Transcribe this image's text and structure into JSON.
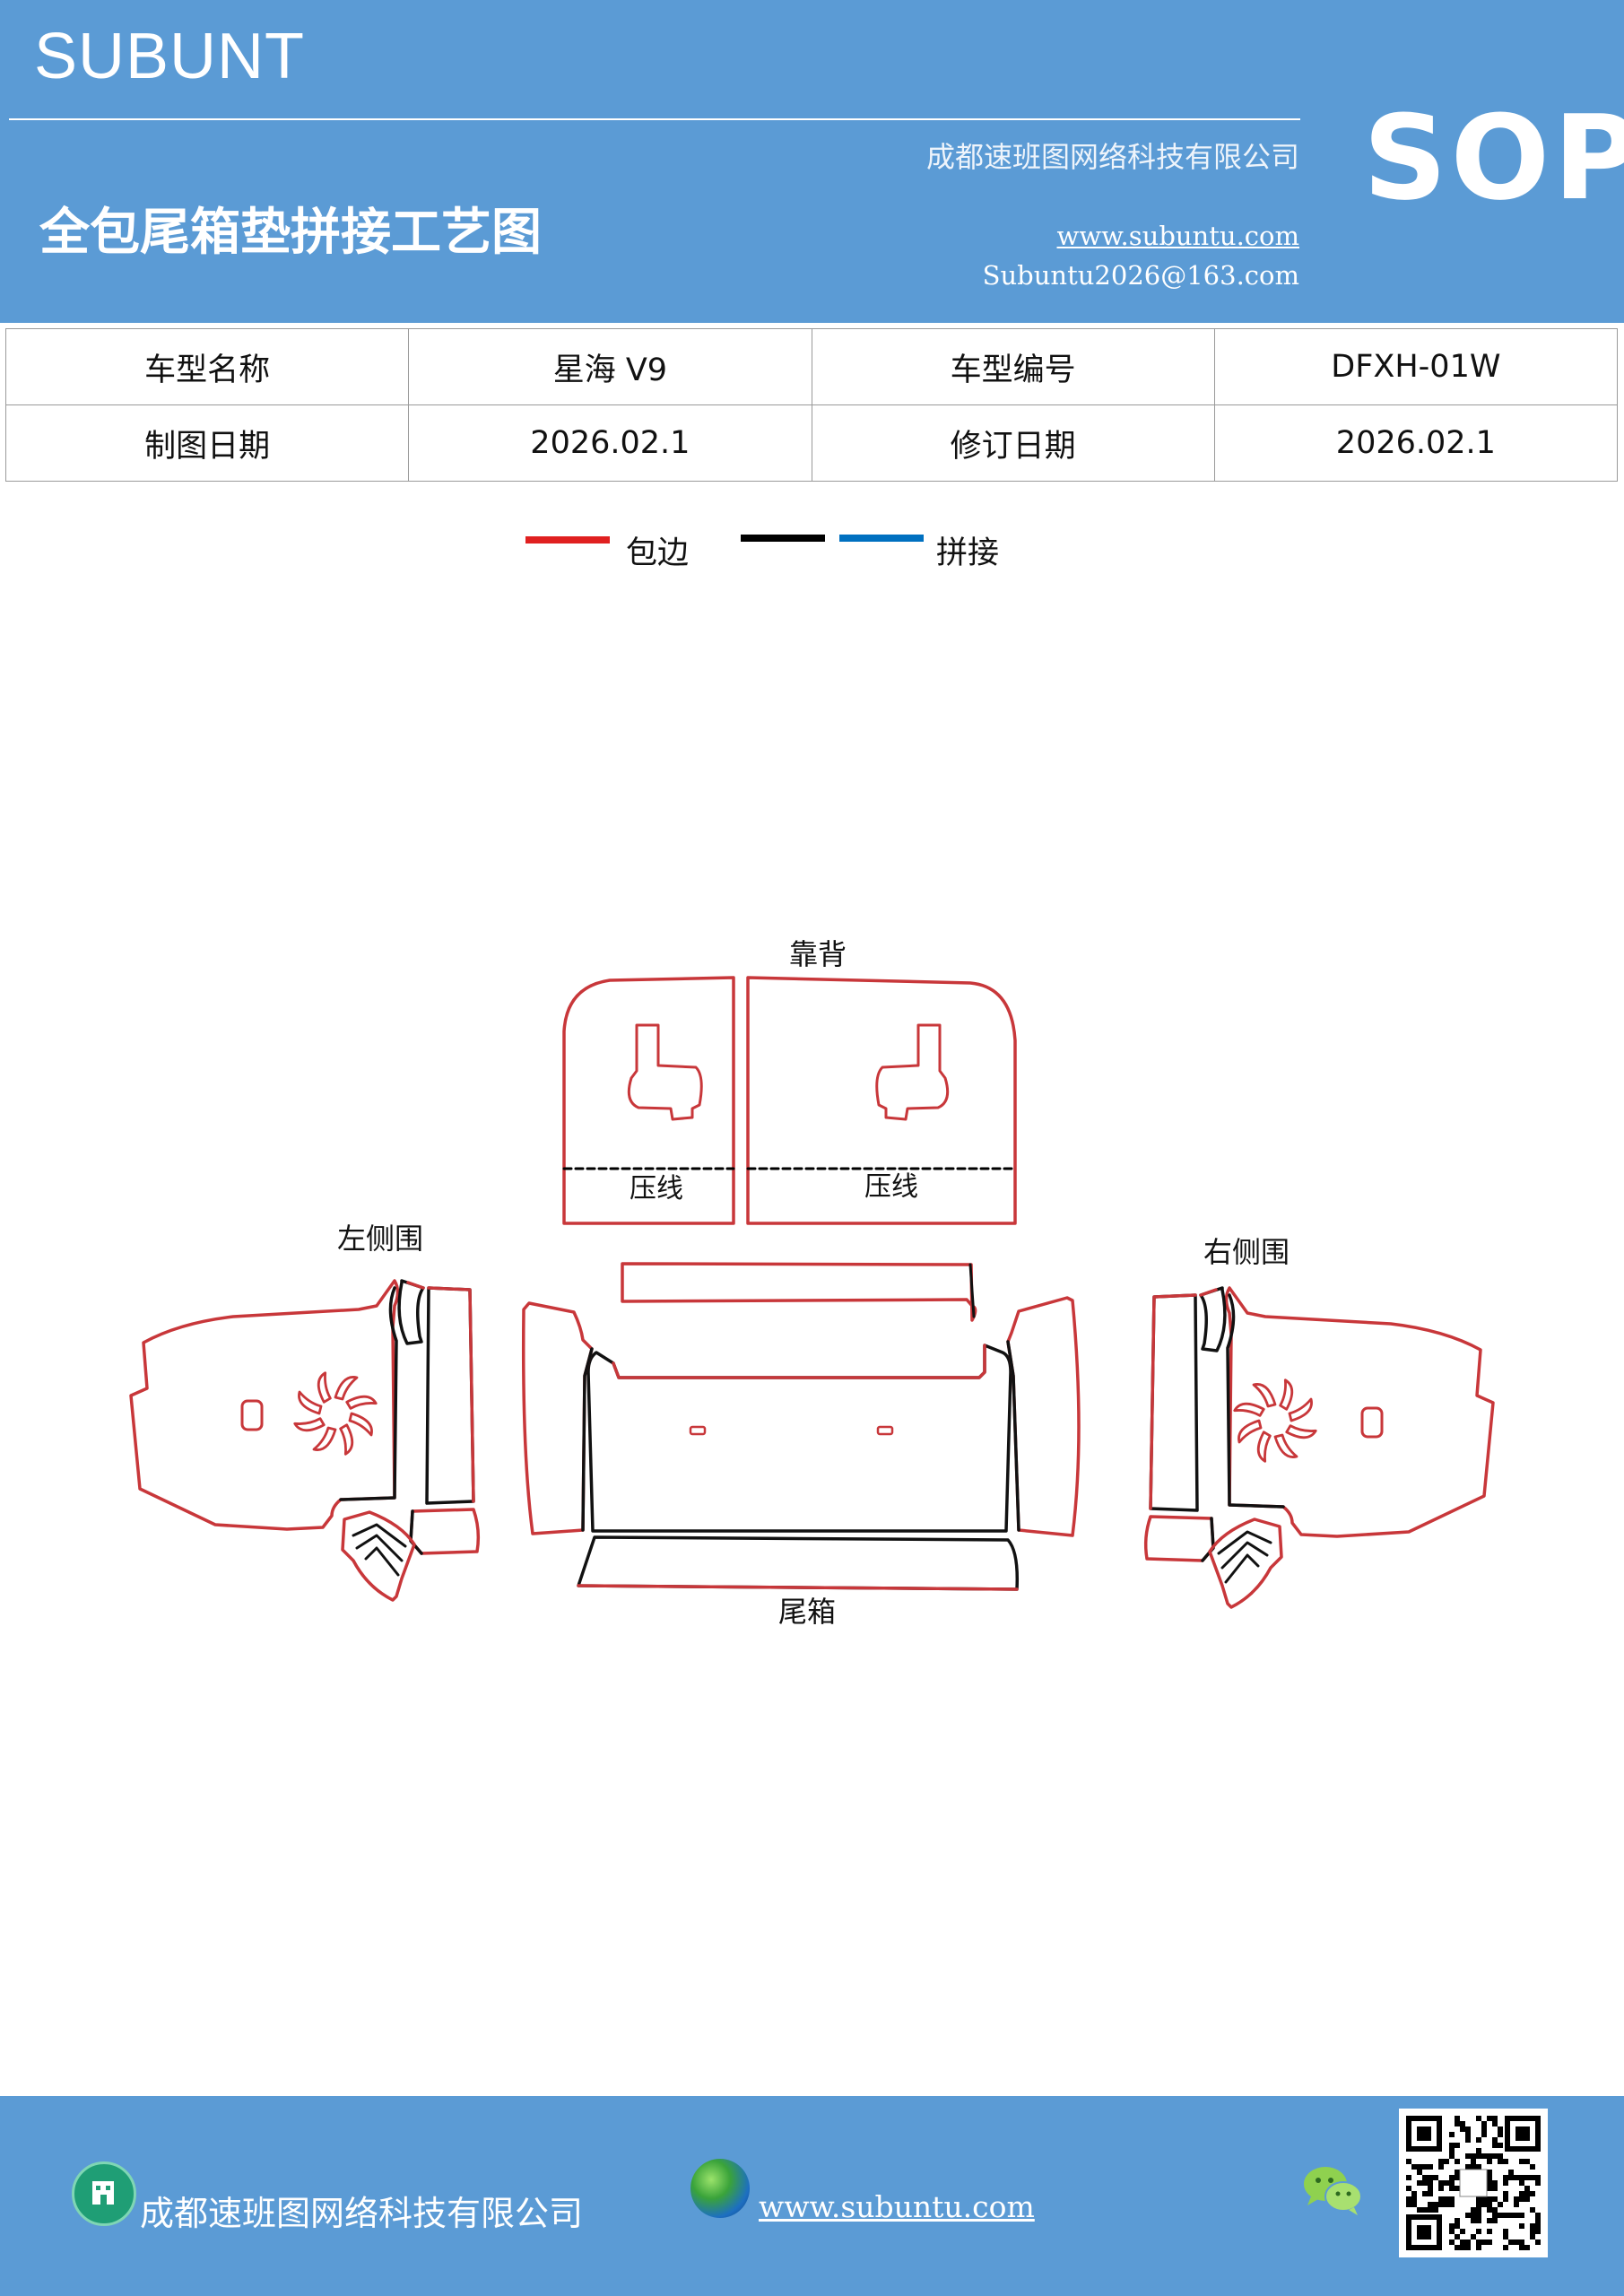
{
  "header": {
    "brand": "SUBUNT",
    "company": "成都速班图网络科技有限公司",
    "title": "全包尾箱垫拼接工艺图",
    "website": "www.subuntu.com",
    "email": "Subuntu2026@163.com",
    "badge": "SOP"
  },
  "info_table": {
    "model_name_label": "车型名称",
    "model_name": "星海 V9",
    "model_code_label": "车型编号",
    "model_code": "DFXH-01W",
    "draw_date_label": "制图日期",
    "draw_date": "2026.02.1",
    "revise_date_label": "修订日期",
    "revise_date": "2026.02.1"
  },
  "legend": {
    "colors": {
      "edge": "#e02020",
      "black": "#000000",
      "splice": "#0070c0"
    },
    "edge_label": "包边",
    "splice_label": "拼接"
  },
  "diagram": {
    "backrest_label": "靠背",
    "press_line_label": "压线",
    "left_side_label": "左侧围",
    "right_side_label": "右侧围",
    "trunk_label": "尾箱",
    "colors": {
      "edge": "#c8373a",
      "seam": "#111111"
    }
  },
  "footer": {
    "company": "成都速班图网络科技有限公司",
    "website": "www.subuntu.com",
    "icons": [
      "building-icon",
      "globe-icon",
      "wechat-icon",
      "qr-code"
    ]
  }
}
